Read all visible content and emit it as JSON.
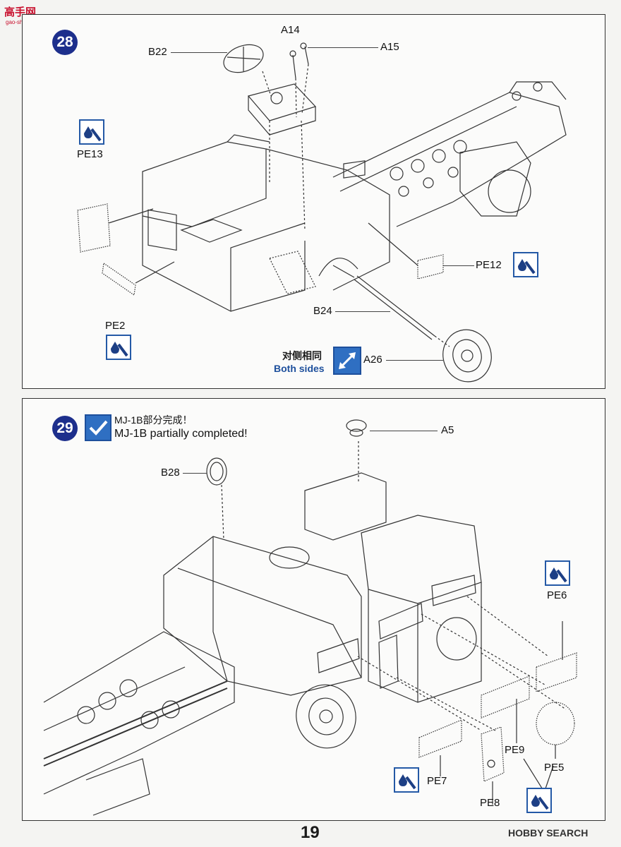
{
  "site_logo": {
    "text": "高手网",
    "sub": "gao-shou.com"
  },
  "page_number": "19",
  "watermark": "HOBBY SEARCH",
  "step28": {
    "number": "28",
    "parts": {
      "A14": "A14",
      "A15": "A15",
      "B22": "B22",
      "PE13": "PE13",
      "PE12": "PE12",
      "PE2": "PE2",
      "B24": "B24",
      "A26": "A26"
    },
    "note_cn": "对侧相同",
    "note_en": "Both sides"
  },
  "step29": {
    "number": "29",
    "note_cn": "MJ-1B部分完成！",
    "note_en": "MJ-1B partially completed!",
    "parts": {
      "A5": "A5",
      "B28": "B28",
      "PE6": "PE6",
      "PE9": "PE9",
      "PE5": "PE5",
      "PE7": "PE7",
      "PE8": "PE8"
    }
  },
  "colors": {
    "step_badge": "#1d2f8c",
    "icon_blue": "#2459a6",
    "check_blue": "#2f6fc2"
  }
}
